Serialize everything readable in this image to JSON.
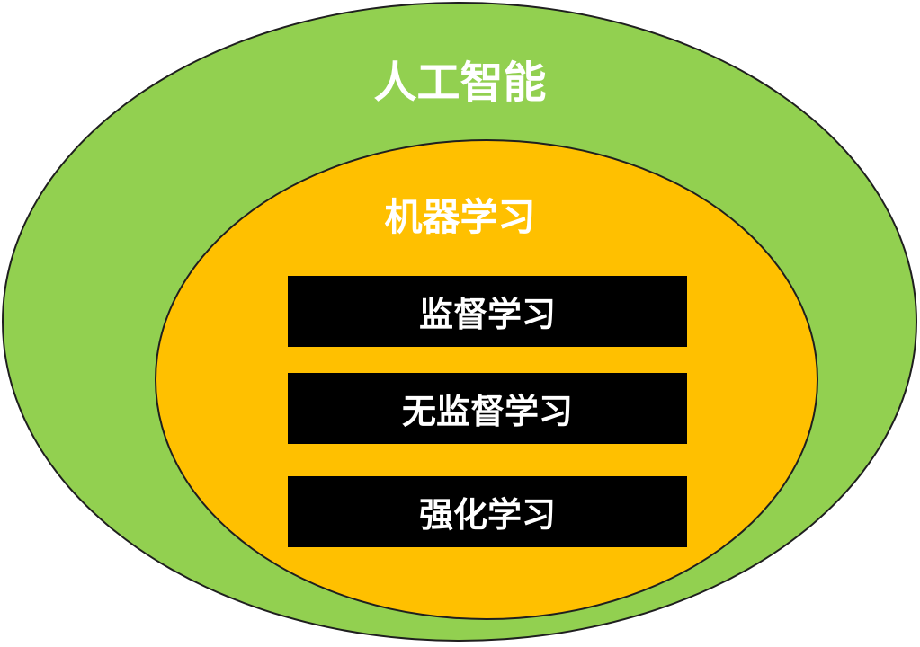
{
  "outer": {
    "label": "人工智能",
    "color": "#92d050"
  },
  "inner": {
    "label": "机器学习",
    "color": "#ffc000"
  },
  "boxes": [
    {
      "label": "监督学习"
    },
    {
      "label": "无监督学习"
    },
    {
      "label": "强化学习"
    }
  ],
  "box_color": "#000000",
  "text_color": "#ffffff"
}
